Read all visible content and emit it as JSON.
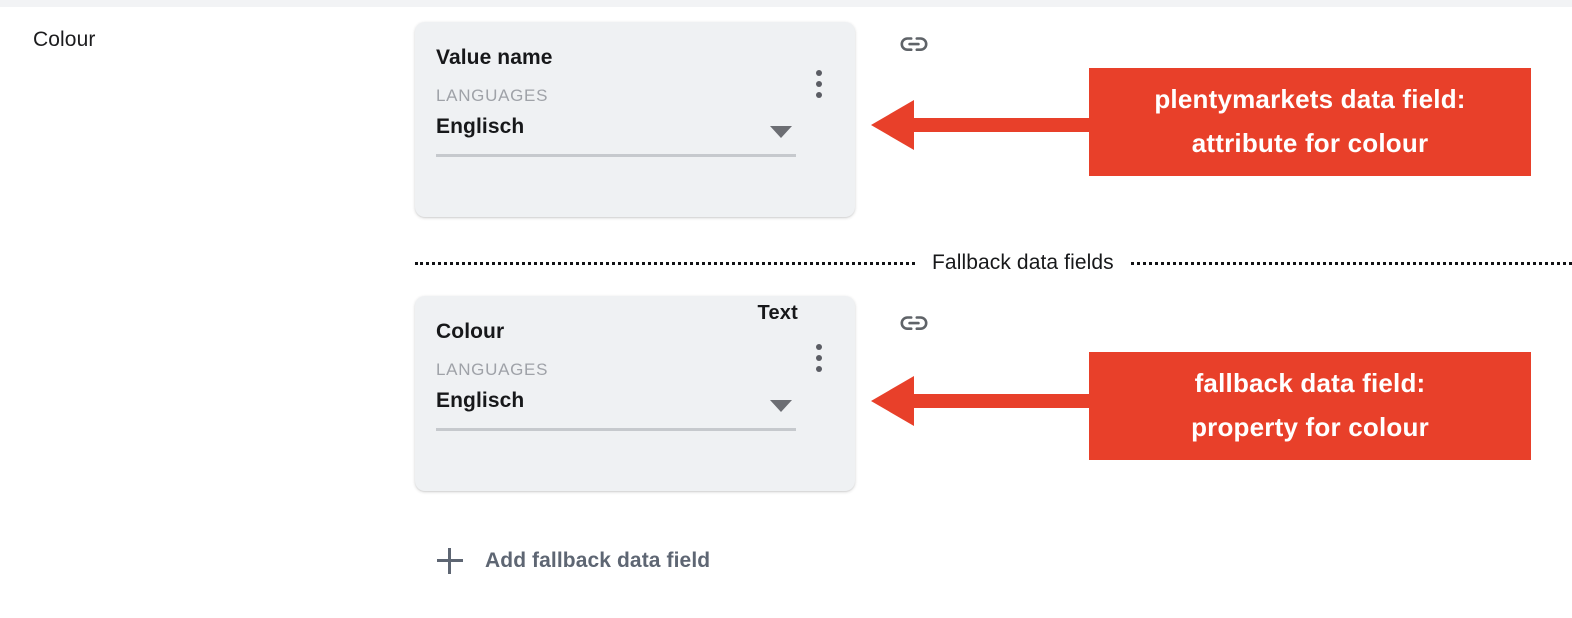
{
  "section": {
    "label": "Colour"
  },
  "primary_field": {
    "title": "Value name",
    "caption": "LANGUAGES",
    "selected_language": "Englisch",
    "kebab_icon": "more-vert-icon",
    "caret_icon": "chevron-down-icon",
    "link_icon": "link-icon"
  },
  "divider": {
    "label": "Fallback data fields"
  },
  "fallback_field": {
    "title": "Colour",
    "type_badge": "Text",
    "caption": "LANGUAGES",
    "selected_language": "Englisch",
    "kebab_icon": "more-vert-icon",
    "caret_icon": "chevron-down-icon",
    "link_icon": "link-icon"
  },
  "add_button": {
    "label": "Add fallback data field",
    "icon": "plus-icon"
  },
  "annotations": [
    {
      "line1": "plentymarkets data field:",
      "line2": "attribute for colour"
    },
    {
      "line1": "fallback data field:",
      "line2": "property for colour"
    }
  ],
  "colors": {
    "annotation_red": "#E8402A",
    "card_background": "#EFF1F3",
    "text_primary": "#17181A",
    "text_muted": "#9FA2A8",
    "add_button_text": "#5E6673"
  }
}
